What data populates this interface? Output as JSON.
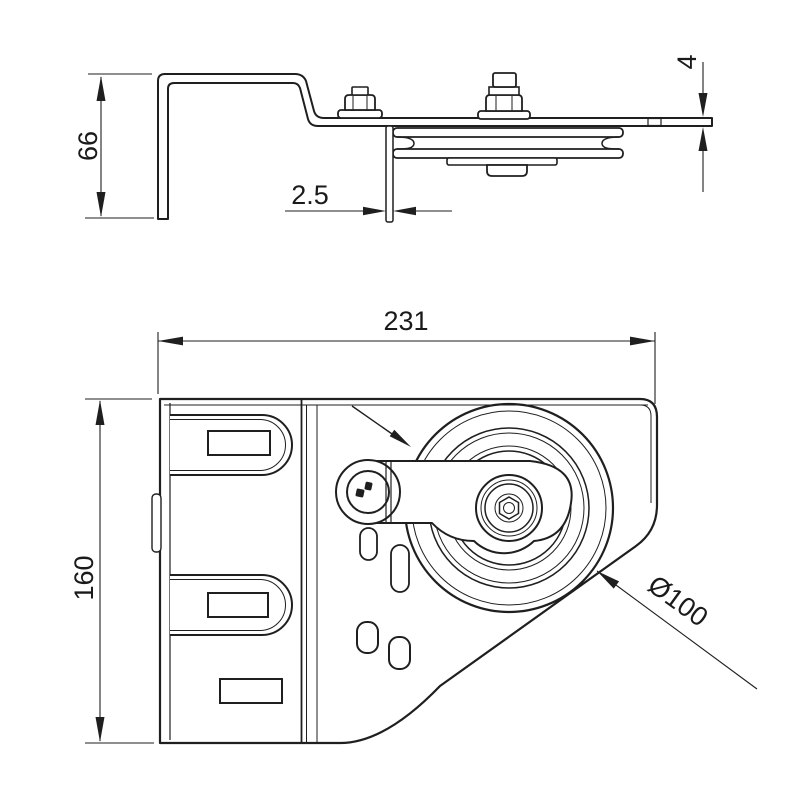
{
  "views": {
    "side_view": {
      "dim_height": "66",
      "dim_plate_thickness": "4",
      "dim_tab_thickness": "2.5"
    },
    "front_view": {
      "dim_width": "231",
      "dim_height": "160",
      "dim_pulley_diameter": "Ø100"
    }
  },
  "colors": {
    "line": "#1f1f1f",
    "background": "#ffffff"
  }
}
